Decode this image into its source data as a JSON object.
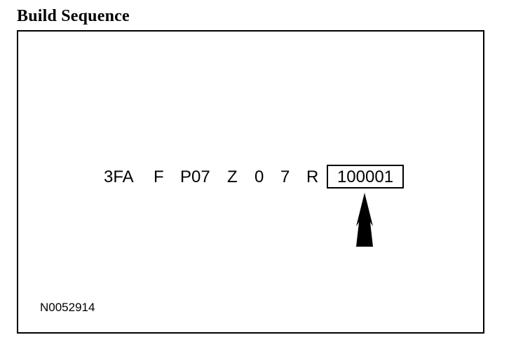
{
  "title": "Build Sequence",
  "vin": {
    "segments": [
      "3FA",
      "F",
      "P07",
      "Z",
      "0",
      "7",
      "R"
    ],
    "serial": "100001"
  },
  "figure_id": "N0052914",
  "icons": {
    "pointer": "arrow-up-icon"
  },
  "colors": {
    "ink": "#000000",
    "background": "#ffffff"
  }
}
